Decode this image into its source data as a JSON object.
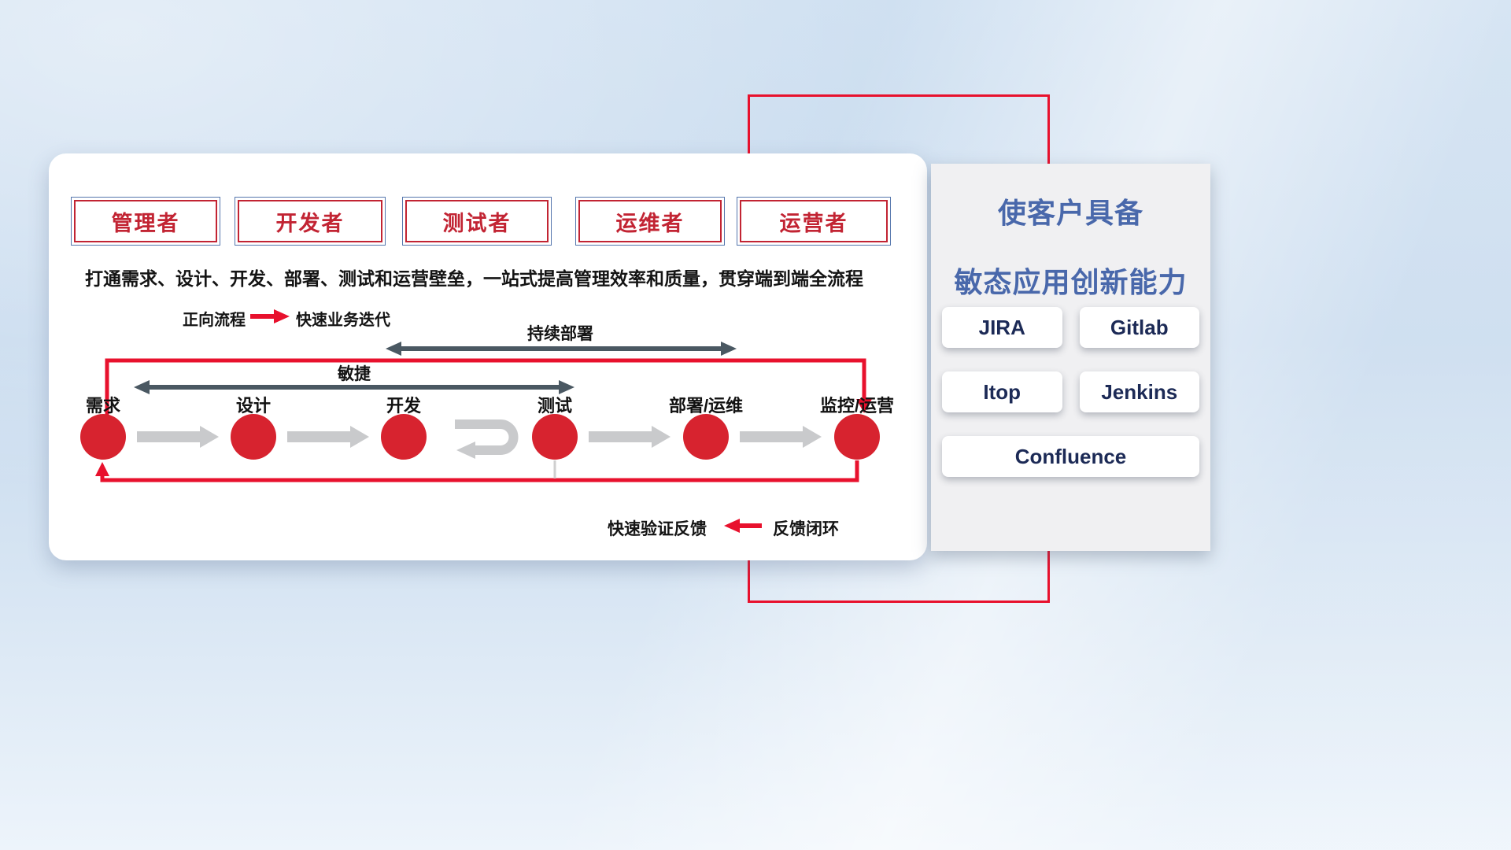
{
  "card": {
    "roles": [
      "管理者",
      "开发者",
      "测试者",
      "运维者",
      "运营者"
    ],
    "subtitle": "打通需求、设计、开发、部署、测试和运营壁垒，一站式提高管理效率和质量，贯穿端到端全流程",
    "forward_legend": {
      "label": "正向流程",
      "desc": "快速业务迭代"
    },
    "continuous_deploy_label": "持续部署",
    "agile_label": "敏捷",
    "stages": [
      "需求",
      "设计",
      "开发",
      "测试",
      "部署/运维",
      "监控/运营"
    ],
    "feedback_legend": {
      "desc": "快速验证反馈",
      "label": "反馈闭环"
    }
  },
  "panel": {
    "title_line1": "使客户具备",
    "title_line2": "敏态应用创新能力",
    "tools": [
      "JIRA",
      "Gitlab",
      "Itop",
      "Jenkins",
      "Confluence"
    ]
  },
  "colors": {
    "accent_red": "#e8112d",
    "node_red": "#d7232f",
    "dark_arrow": "#4a5862",
    "gray_arrow": "#c9cacc",
    "title_blue": "#4968ab",
    "tool_text": "#1c2a56",
    "role_text": "#c22433",
    "role_border_blue": "#5576ad",
    "panel_bg": "#f0f0f2"
  }
}
